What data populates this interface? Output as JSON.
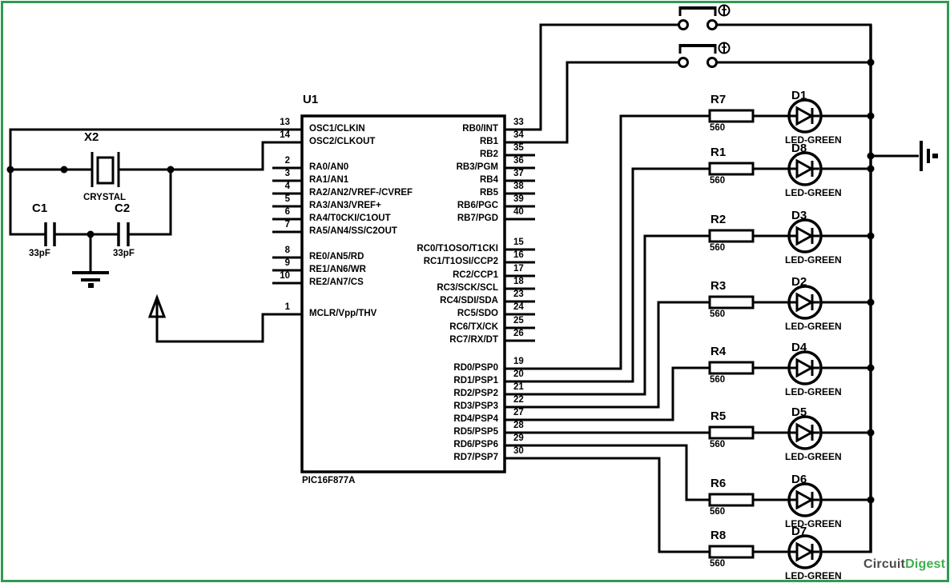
{
  "ic": {
    "designator": "U1",
    "part": "PIC16F877A",
    "left_pins": [
      {
        "num": "13",
        "label": "OSC1/CLKIN"
      },
      {
        "num": "14",
        "label": "OSC2/CLKOUT"
      },
      {
        "num": "2",
        "label": "RA0/AN0"
      },
      {
        "num": "3",
        "label": "RA1/AN1"
      },
      {
        "num": "4",
        "label": "RA2/AN2/VREF-/CVREF"
      },
      {
        "num": "5",
        "label": "RA3/AN3/VREF+"
      },
      {
        "num": "6",
        "label": "RA4/T0CKI/C1OUT"
      },
      {
        "num": "7",
        "label": "RA5/AN4/SS/C2OUT"
      },
      {
        "num": "8",
        "label": "RE0/AN5/RD"
      },
      {
        "num": "9",
        "label": "RE1/AN6/WR"
      },
      {
        "num": "10",
        "label": "RE2/AN7/CS"
      },
      {
        "num": "1",
        "label": "MCLR/Vpp/THV"
      }
    ],
    "right_pins": [
      {
        "num": "33",
        "label": "RB0/INT"
      },
      {
        "num": "34",
        "label": "RB1"
      },
      {
        "num": "35",
        "label": "RB2"
      },
      {
        "num": "36",
        "label": "RB3/PGM"
      },
      {
        "num": "37",
        "label": "RB4"
      },
      {
        "num": "38",
        "label": "RB5"
      },
      {
        "num": "39",
        "label": "RB6/PGC"
      },
      {
        "num": "40",
        "label": "RB7/PGD"
      },
      {
        "num": "15",
        "label": "RC0/T1OSO/T1CKI"
      },
      {
        "num": "16",
        "label": "RC1/T1OSI/CCP2"
      },
      {
        "num": "17",
        "label": "RC2/CCP1"
      },
      {
        "num": "18",
        "label": "RC3/SCK/SCL"
      },
      {
        "num": "23",
        "label": "RC4/SDI/SDA"
      },
      {
        "num": "24",
        "label": "RC5/SDO"
      },
      {
        "num": "25",
        "label": "RC6/TX/CK"
      },
      {
        "num": "26",
        "label": "RC7/RX/DT"
      },
      {
        "num": "19",
        "label": "RD0/PSP0"
      },
      {
        "num": "20",
        "label": "RD1/PSP1"
      },
      {
        "num": "21",
        "label": "RD2/PSP2"
      },
      {
        "num": "22",
        "label": "RD3/PSP3"
      },
      {
        "num": "27",
        "label": "RD4/PSP4"
      },
      {
        "num": "28",
        "label": "RD5/PSP5"
      },
      {
        "num": "29",
        "label": "RD6/PSP6"
      },
      {
        "num": "30",
        "label": "RD7/PSP7"
      }
    ]
  },
  "crystal": {
    "designator": "X2",
    "label": "CRYSTAL"
  },
  "capacitors": [
    {
      "designator": "C1",
      "value": "33pF"
    },
    {
      "designator": "C2",
      "value": "33pF"
    }
  ],
  "led_branches": [
    {
      "resistor": "R7",
      "resistor_value": "560",
      "led": "D1",
      "led_label": "LED-GREEN"
    },
    {
      "resistor": "R1",
      "resistor_value": "560",
      "led": "D8",
      "led_label": "LED-GREEN"
    },
    {
      "resistor": "R2",
      "resistor_value": "560",
      "led": "D3",
      "led_label": "LED-GREEN"
    },
    {
      "resistor": "R3",
      "resistor_value": "560",
      "led": "D2",
      "led_label": "LED-GREEN"
    },
    {
      "resistor": "R4",
      "resistor_value": "560",
      "led": "D4",
      "led_label": "LED-GREEN"
    },
    {
      "resistor": "R5",
      "resistor_value": "560",
      "led": "D5",
      "led_label": "LED-GREEN"
    },
    {
      "resistor": "R6",
      "resistor_value": "560",
      "led": "D6",
      "led_label": "LED-GREEN"
    },
    {
      "resistor": "R8",
      "resistor_value": "560",
      "led": "D7",
      "led_label": "LED-GREEN"
    }
  ],
  "logo": {
    "circuit": "Circuit",
    "digest": "Digest"
  },
  "colors": {
    "border_green": "#2f9b51",
    "wire": "#000000",
    "logo_gray": "#4a4a4a",
    "logo_green": "#3cb14b"
  }
}
